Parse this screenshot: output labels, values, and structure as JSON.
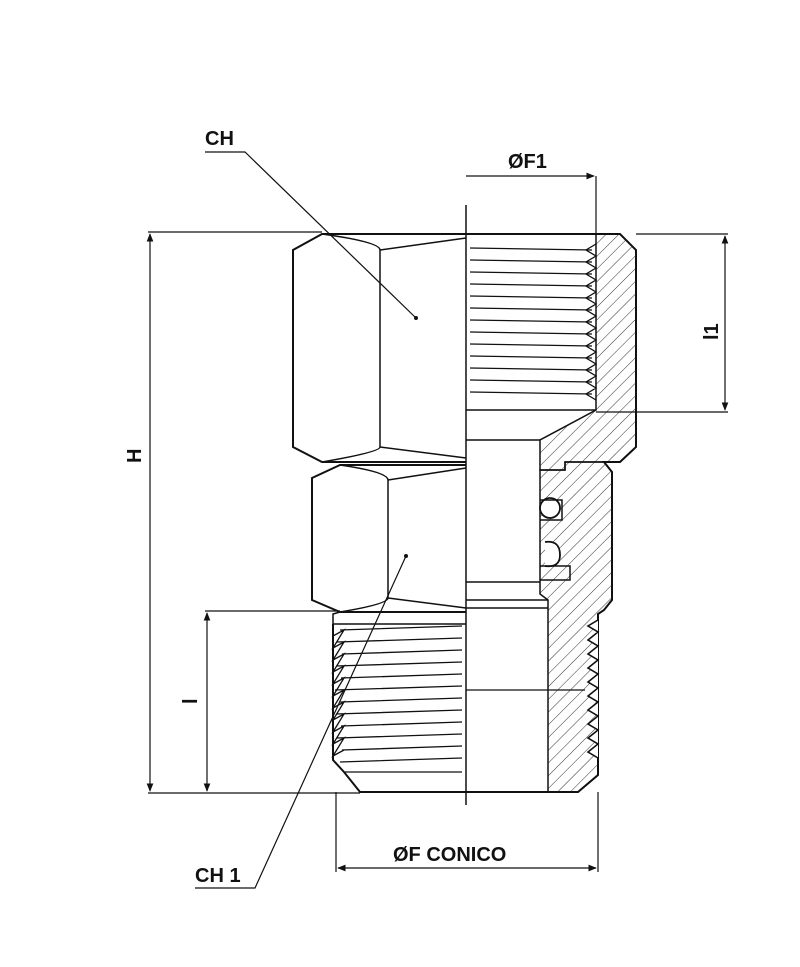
{
  "labels": {
    "ch": "CH",
    "ch1": "CH 1",
    "f1": "ØF1",
    "f_conico": "ØF CONICO",
    "h": "H",
    "l": "l",
    "l1": "l1"
  },
  "colors": {
    "line": "#111111",
    "background": "#ffffff"
  }
}
